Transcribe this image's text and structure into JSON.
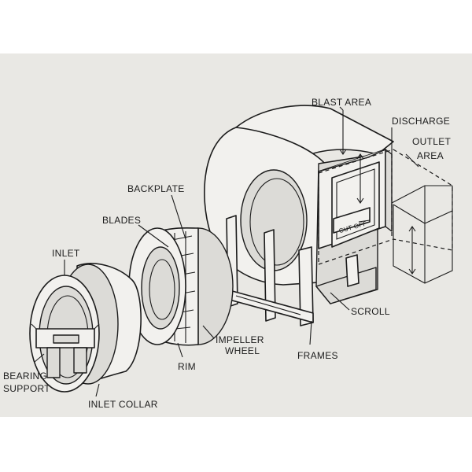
{
  "labels": {
    "blast_area": "BLAST AREA",
    "discharge": "DISCHARGE",
    "outlet_area_1": "OUTLET",
    "outlet_area_2": "AREA",
    "backplate": "BACKPLATE",
    "blades": "BLADES",
    "inlet": "INLET",
    "cut_off": "CUT OFF",
    "scroll": "SCROLL",
    "impeller_wheel_1": "IMPELLER",
    "impeller_wheel_2": "WHEEL",
    "frames": "FRAMES",
    "rim": "RIM",
    "bearing_support_1": "BEARING",
    "bearing_support_2": "SUPPORT",
    "inlet_collar": "INLET COLLAR"
  },
  "colors": {
    "figure_background": "#e9e8e4",
    "ink": "#1c1c1c"
  }
}
